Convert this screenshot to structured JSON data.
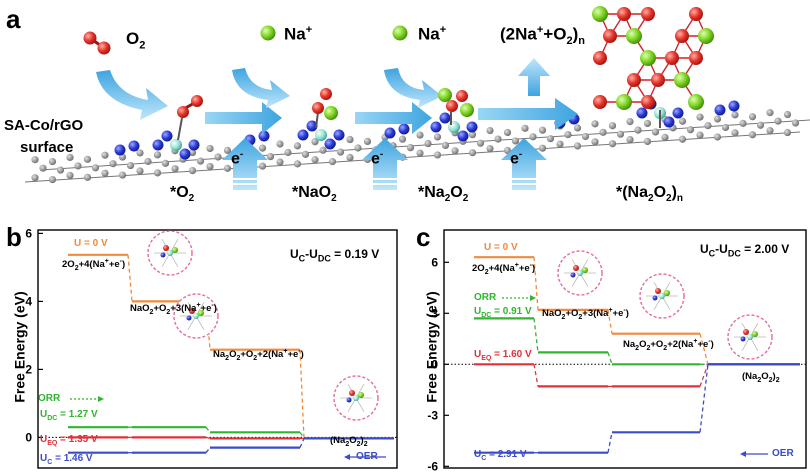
{
  "panel_a": {
    "label": "a",
    "surface_label": [
      "SA-Co/rGO",
      "surface"
    ],
    "reactants": [
      "O2",
      "Na+",
      "Na+",
      "(2Na++O2)n"
    ],
    "electron": "e-",
    "intermediates": [
      "*O2",
      "*NaO2",
      "*Na2O2",
      "*(Na2O2)n"
    ]
  },
  "panel_b": {
    "label": "b",
    "gap_label": "UC-UDC = 0.19 V",
    "u0": "U = 0 V",
    "orr": "ORR",
    "oer": "OER",
    "udc": "UDC = 1.27 V",
    "ueq": "UEQ = 1.35 V",
    "uc": "UC = 1.46 V",
    "step_labels": [
      "2O2+4(Na++e-)",
      "NaO2+O2+3(Na++e-)",
      "Na2O2+O2+2(Na++e-)",
      "(Na2O2)2"
    ],
    "ylabel": "Free Energy (eV)",
    "yticks": [
      "6",
      "4",
      "2",
      "0"
    ]
  },
  "panel_c": {
    "label": "c",
    "gap_label": "UC-UDC = 2.00 V",
    "u0": "U = 0 V",
    "orr": "ORR",
    "oer": "OER",
    "udc": "UDC = 0.91 V",
    "ueq": "UEQ = 1.60 V",
    "uc": "UC = 2.91 V",
    "step_labels": [
      "2O2+4(Na++e-)",
      "NaO2+O2+3(Na++e-)",
      "Na2O2+O2+2(Na++e-)",
      "(Na2O2)2"
    ],
    "ylabel": "Free Energy (eV)",
    "yticks": [
      "6",
      "3",
      "0",
      "-3",
      "-6"
    ]
  },
  "colors": {
    "u0": "#f08a3c",
    "udc": "#2fb52f",
    "ueq": "#e0303a",
    "uc": "#3b4bc8",
    "oxygen": "#e53228",
    "sodium": "#7ed321",
    "cobalt": "#8fe0d0",
    "nitrogen": "#2a3ad8",
    "carbon": "#8a8a8a",
    "arrow": "#5ab4e6"
  }
}
